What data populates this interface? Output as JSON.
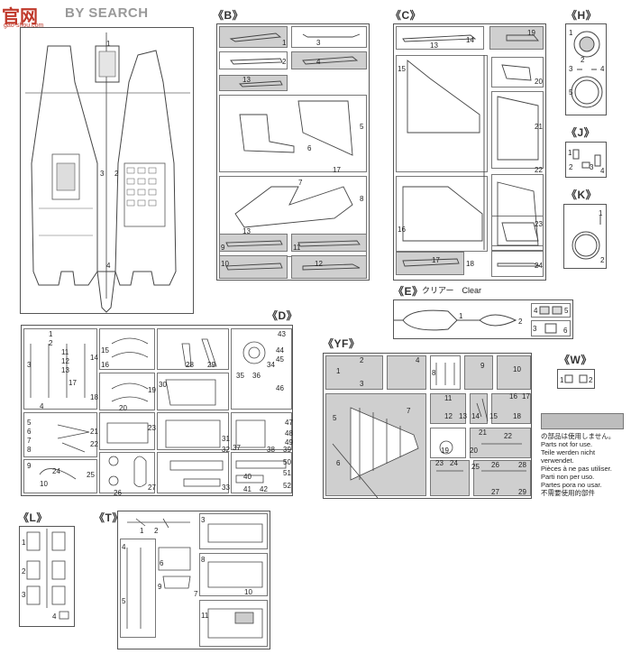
{
  "header": {
    "logo_text": "官网",
    "logo_sub": "gao-shou.com",
    "search_title": "BY SEARCH"
  },
  "sections": {
    "B": "《B》",
    "C": "《C》",
    "H": "《H》",
    "J": "《J》",
    "K": "《K》",
    "D": "《D》",
    "E": "《E》",
    "E_caption": "クリアー　Clear",
    "YF": "《YF》",
    "W": "《W》",
    "L": "《L》",
    "T": "《T》"
  },
  "part_numbers": {
    "main": [
      "1",
      "2",
      "3",
      "4"
    ],
    "B": [
      "1",
      "2",
      "3",
      "4",
      "5",
      "6",
      "7",
      "8",
      "9",
      "10",
      "11",
      "12",
      "13",
      "13",
      "17"
    ],
    "C": [
      "13",
      "14",
      "15",
      "16",
      "17",
      "18",
      "19",
      "20",
      "21",
      "22",
      "23",
      "24"
    ],
    "H": [
      "1",
      "2",
      "3",
      "4",
      "5"
    ],
    "J": [
      "1",
      "2",
      "3",
      "4"
    ],
    "K": [
      "1",
      "2"
    ],
    "E": [
      "1",
      "2",
      "3",
      "4",
      "5",
      "6"
    ],
    "D": [
      "1",
      "2",
      "3",
      "4",
      "5",
      "6",
      "7",
      "8",
      "9",
      "10",
      "11",
      "12",
      "13",
      "14",
      "15",
      "16",
      "17",
      "18",
      "19",
      "20",
      "21",
      "22",
      "23",
      "24",
      "25",
      "26",
      "27",
      "28",
      "29",
      "30",
      "31",
      "32",
      "33",
      "34",
      "35",
      "36",
      "37",
      "38",
      "39",
      "40",
      "41",
      "42",
      "43",
      "44",
      "45",
      "46",
      "47",
      "48",
      "49",
      "50",
      "51",
      "52"
    ],
    "YF": [
      "1",
      "2",
      "3",
      "4",
      "5",
      "6",
      "7",
      "8",
      "9",
      "10",
      "11",
      "12",
      "13",
      "14",
      "15",
      "16",
      "17",
      "18",
      "19",
      "20",
      "21",
      "22",
      "23",
      "24",
      "25",
      "26",
      "27",
      "28",
      "29"
    ],
    "W": [
      "1",
      "2"
    ],
    "L": [
      "1",
      "2",
      "3",
      "4"
    ],
    "T": [
      "1",
      "2",
      "3",
      "4",
      "5",
      "6",
      "7",
      "8",
      "9",
      "10",
      "11"
    ]
  },
  "not_used_note": {
    "lines": [
      "の部品は使用しません。",
      "Parts not for use.",
      "Teile werden nicht verwendet.",
      "Pièces à ne pas utiliser.",
      "Parti non per uso.",
      "Partes pora no usar.",
      "不需要使用的部件"
    ]
  },
  "colors": {
    "line": "#444444",
    "shade": "#cfcfcf",
    "text": "#222222",
    "logo_red": "#c0392b"
  }
}
